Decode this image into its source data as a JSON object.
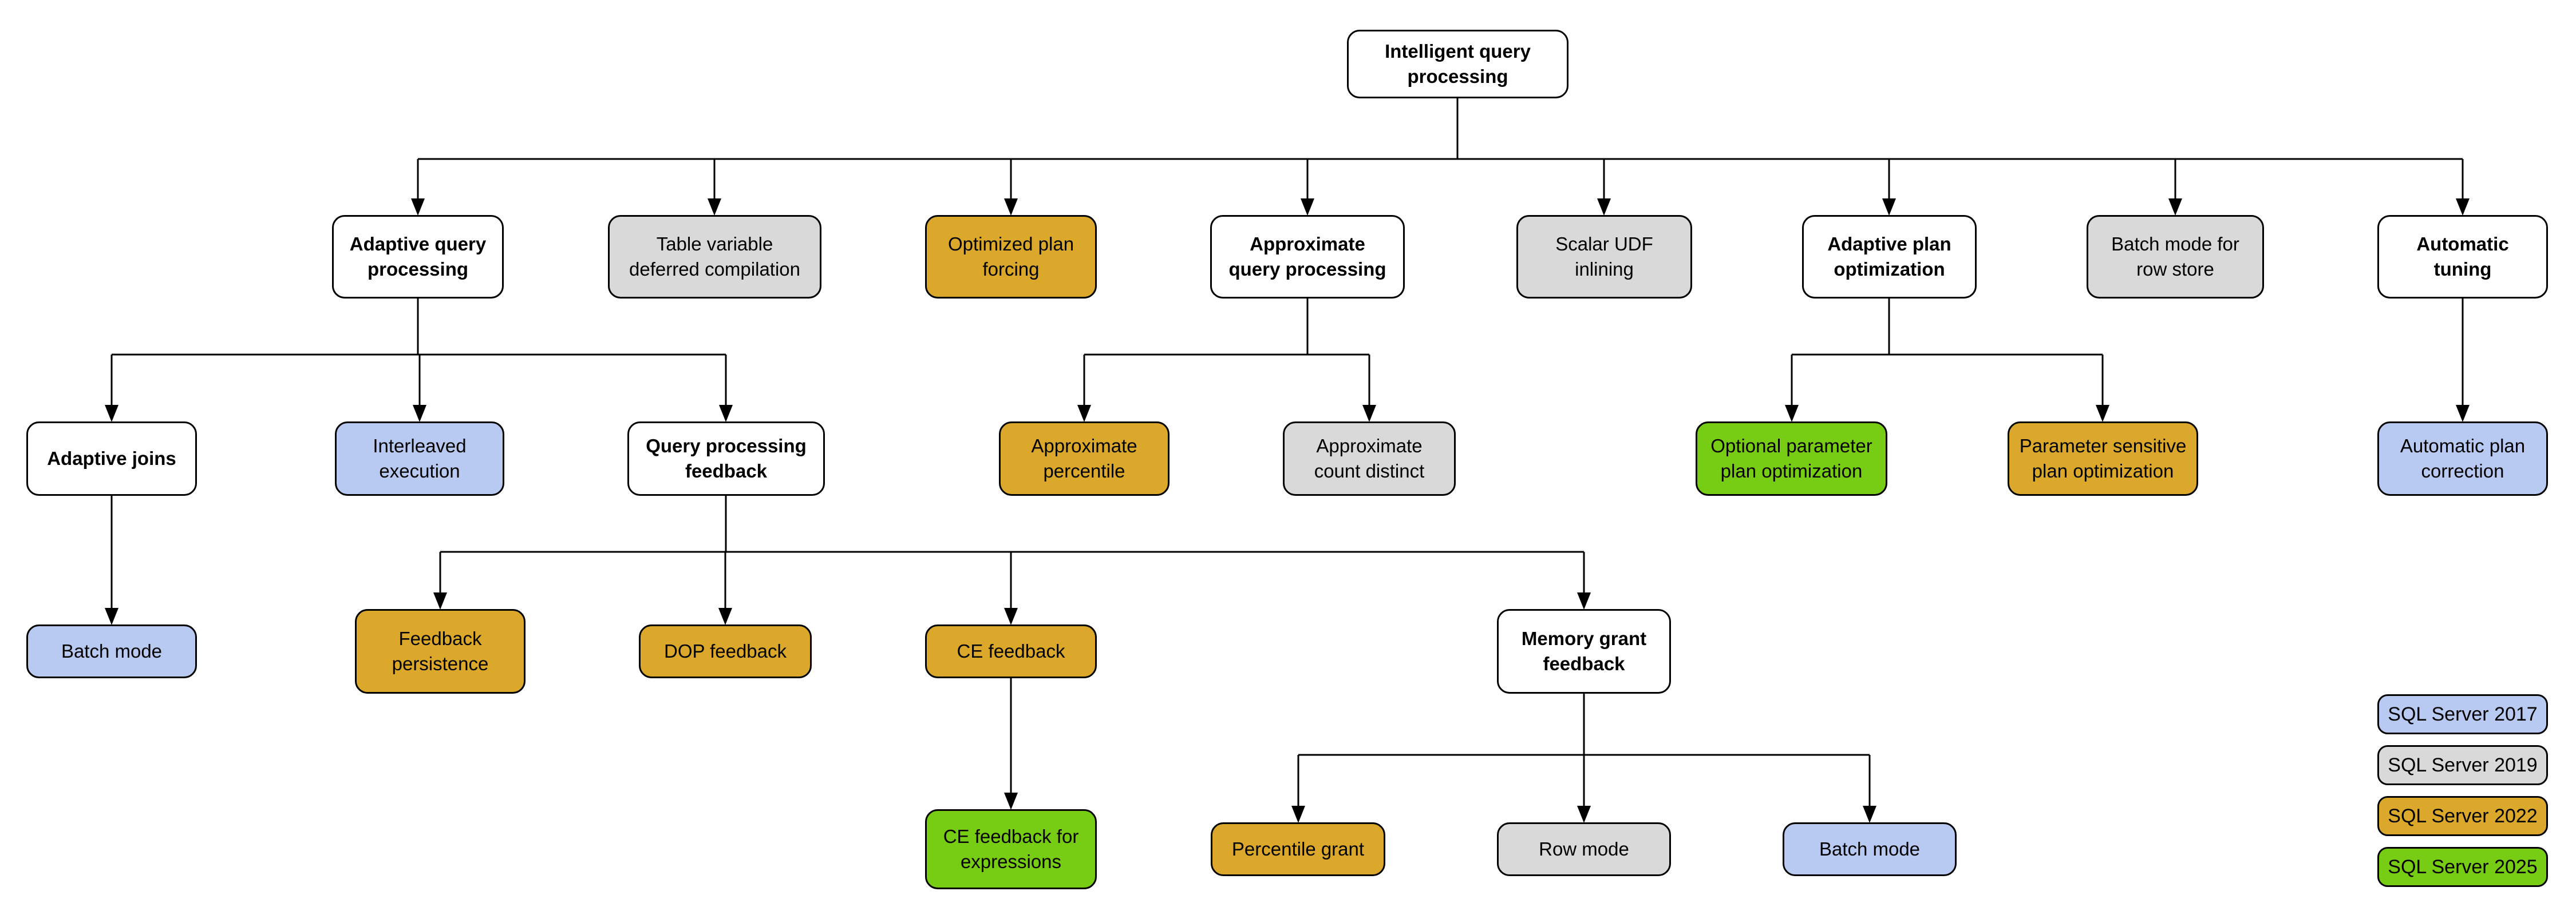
{
  "colors": {
    "category": "#ffffff",
    "sql2017": "#b8c9f2",
    "sql2019": "#d9d9d9",
    "sql2022": "#dba82b",
    "sql2025": "#77cc14"
  },
  "nodes": {
    "root": {
      "label": "Intelligent query\nprocessing",
      "version": "category"
    },
    "adaptive_query_processing": {
      "label": "Adaptive query\nprocessing",
      "version": "category"
    },
    "table_variable_deferred_compilation": {
      "label": "Table variable\ndeferred compilation",
      "version": "sql2019"
    },
    "optimized_plan_forcing": {
      "label": "Optimized plan\nforcing",
      "version": "sql2022"
    },
    "approximate_query_processing": {
      "label": "Approximate\nquery processing",
      "version": "category"
    },
    "scalar_udf_inlining": {
      "label": "Scalar UDF\ninlining",
      "version": "sql2019"
    },
    "adaptive_plan_optimization": {
      "label": "Adaptive plan\noptimization",
      "version": "category"
    },
    "batch_mode_for_row_store": {
      "label": "Batch mode for\nrow store",
      "version": "sql2019"
    },
    "automatic_tuning": {
      "label": "Automatic\ntuning",
      "version": "category"
    },
    "adaptive_joins": {
      "label": "Adaptive joins",
      "version": "category"
    },
    "interleaved_execution": {
      "label": "Interleaved\nexecution",
      "version": "sql2017"
    },
    "query_processing_feedback": {
      "label": "Query processing\nfeedback",
      "version": "category"
    },
    "approximate_percentile": {
      "label": "Approximate\npercentile",
      "version": "sql2022"
    },
    "approximate_count_distinct": {
      "label": "Approximate\ncount distinct",
      "version": "sql2019"
    },
    "optional_parameter_plan_optimization": {
      "label": "Optional parameter\nplan optimization",
      "version": "sql2025"
    },
    "parameter_sensitive_plan_optimization": {
      "label": "Parameter sensitive\nplan optimization",
      "version": "sql2022"
    },
    "automatic_plan_correction": {
      "label": "Automatic plan\ncorrection",
      "version": "sql2017"
    },
    "batch_mode_adaptive": {
      "label": "Batch mode",
      "version": "sql2017"
    },
    "feedback_persistence": {
      "label": "Feedback\npersistence",
      "version": "sql2022"
    },
    "dop_feedback": {
      "label": "DOP feedback",
      "version": "sql2022"
    },
    "ce_feedback": {
      "label": "CE feedback",
      "version": "sql2022"
    },
    "memory_grant_feedback": {
      "label": "Memory grant\nfeedback",
      "version": "category"
    },
    "ce_feedback_for_expressions": {
      "label": "CE feedback for\nexpressions",
      "version": "sql2025"
    },
    "percentile_grant": {
      "label": "Percentile grant",
      "version": "sql2022"
    },
    "row_mode": {
      "label": "Row mode",
      "version": "sql2019"
    },
    "batch_mode_memory": {
      "label": "Batch mode",
      "version": "sql2017"
    }
  },
  "legend": {
    "items": [
      {
        "label": "SQL Server 2017",
        "version": "sql2017"
      },
      {
        "label": "SQL Server 2019",
        "version": "sql2019"
      },
      {
        "label": "SQL Server 2022",
        "version": "sql2022"
      },
      {
        "label": "SQL Server 2025",
        "version": "sql2025"
      }
    ]
  }
}
